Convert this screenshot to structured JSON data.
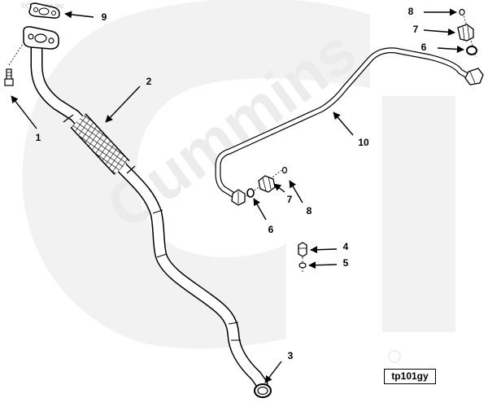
{
  "copyright": "©Cummins Inc",
  "watermark": "Cummins",
  "figure_id": "tp101gy",
  "callouts": [
    {
      "id": "c1",
      "label": "1"
    },
    {
      "id": "c2",
      "label": "2"
    },
    {
      "id": "c3",
      "label": "3"
    },
    {
      "id": "c4",
      "label": "4"
    },
    {
      "id": "c5",
      "label": "5"
    },
    {
      "id": "c6a",
      "label": "6"
    },
    {
      "id": "c6b",
      "label": "6"
    },
    {
      "id": "c7a",
      "label": "7"
    },
    {
      "id": "c7b",
      "label": "7"
    },
    {
      "id": "c8a",
      "label": "8"
    },
    {
      "id": "c8b",
      "label": "8"
    },
    {
      "id": "c9",
      "label": "9"
    },
    {
      "id": "c10",
      "label": "10"
    }
  ]
}
